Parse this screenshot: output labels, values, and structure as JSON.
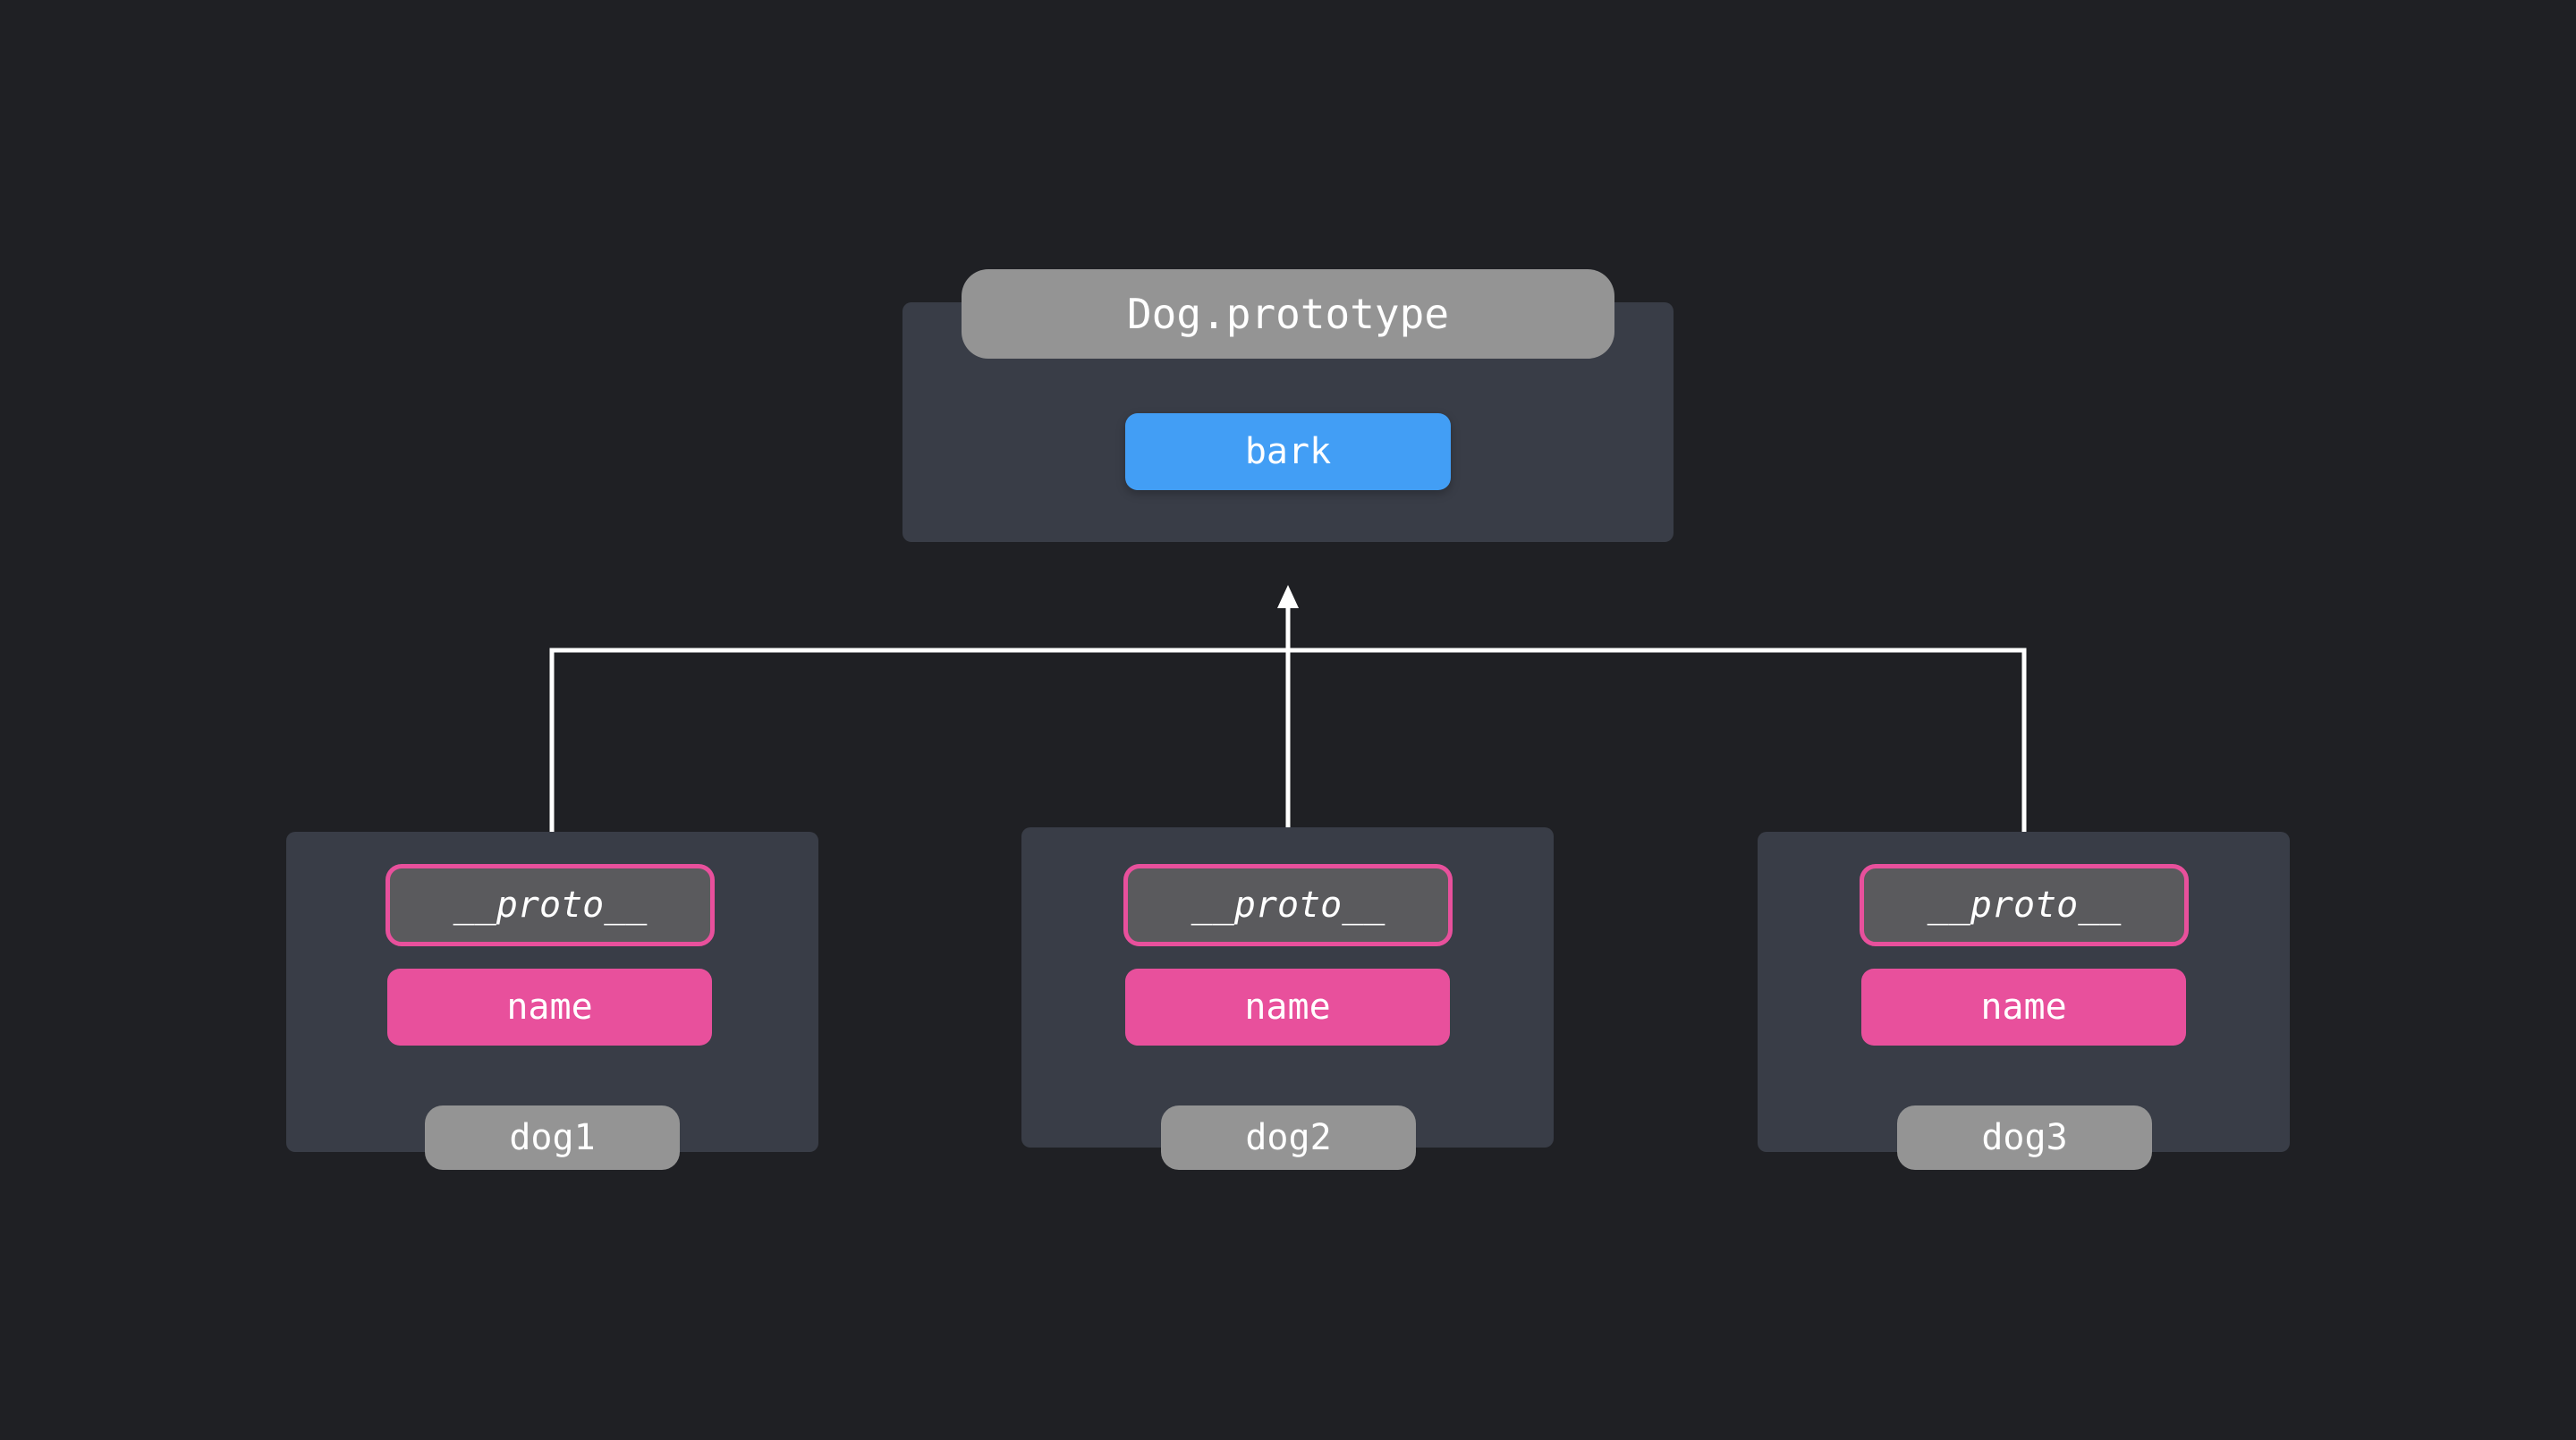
{
  "prototype": {
    "title": "Dog.prototype",
    "method": "bark"
  },
  "instances": [
    {
      "proto_label": "__proto__",
      "property": "name",
      "label": "dog1"
    },
    {
      "proto_label": "__proto__",
      "property": "name",
      "label": "dog2"
    },
    {
      "proto_label": "__proto__",
      "property": "name",
      "label": "dog3"
    }
  ],
  "colors": {
    "background": "#1f2024",
    "panel": "#393d47",
    "title_pill": "#949494",
    "method": "#429ef5",
    "property": "#e8509c",
    "proto_fill": "#5a5a5d",
    "connector": "#ffffff"
  }
}
